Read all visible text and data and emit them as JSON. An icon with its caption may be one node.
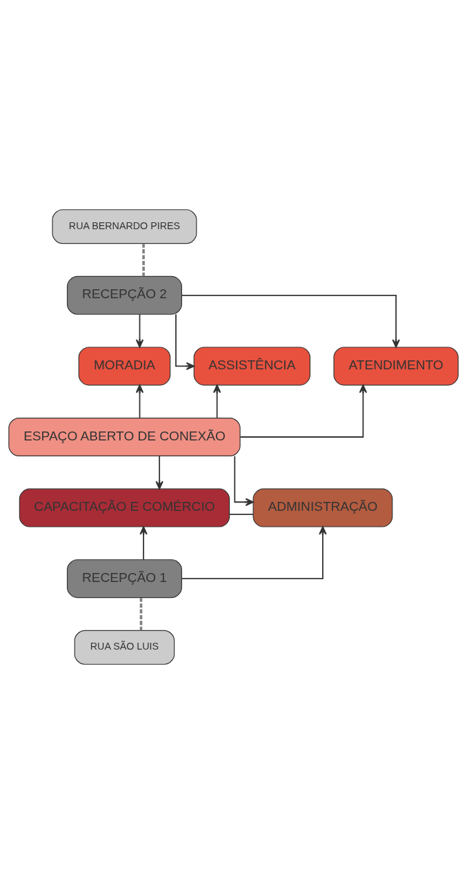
{
  "diagram": {
    "nodes": [
      {
        "text": [
          "RUA BERNARDO PIRES"
        ]
      },
      {
        "text": [
          "RECEPÇÃO 2"
        ]
      },
      {
        "text": [
          "MORADIA"
        ]
      },
      {
        "text": [
          "ASSISTÊNCIA"
        ]
      },
      {
        "text": [
          "ATENDIMENTO"
        ]
      },
      {
        "text": [
          "ESPAÇO ABERTO DE CONEXÃO"
        ]
      },
      {
        "text": [
          "CAPACITAÇÃO E COMÉRCIO"
        ]
      },
      {
        "text": [
          "ADMINISTRAÇÃO"
        ]
      },
      {
        "text": [
          "RECEPÇÃO 1"
        ]
      },
      {
        "text": [
          "RUA SÃO LUIS"
        ]
      }
    ],
    "edges": [
      {
        "from": 0,
        "to": 1,
        "arrow": "none",
        "style": "dashed",
        "color": "#808080"
      },
      {
        "from": 1,
        "to": 2,
        "arrow": "to"
      },
      {
        "from": 1,
        "to": 3,
        "arrow": "to"
      },
      {
        "from": 1,
        "to": 4,
        "arrow": "to"
      },
      {
        "from": 5,
        "to": 2,
        "arrow": "to"
      },
      {
        "from": 5,
        "to": 3,
        "arrow": "to"
      },
      {
        "from": 5,
        "to": 4,
        "arrow": "to"
      },
      {
        "from": 5,
        "to": 6,
        "arrow": "to"
      },
      {
        "from": 5,
        "to": 7,
        "arrow": "to"
      },
      {
        "from": 6,
        "to": 7,
        "arrow": "none"
      },
      {
        "from": 8,
        "to": 6,
        "arrow": "to"
      },
      {
        "from": 8,
        "to": 7,
        "arrow": "to"
      },
      {
        "from": 8,
        "to": 9,
        "arrow": "none",
        "style": "dashed",
        "color": "#808080"
      }
    ]
  }
}
